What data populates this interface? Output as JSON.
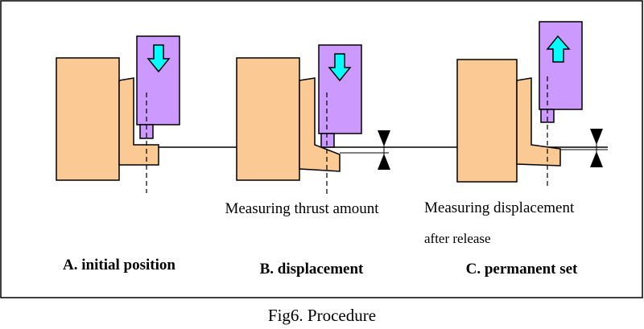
{
  "figure": {
    "caption": "Fig6. Procedure",
    "colors": {
      "block": "#fbc994",
      "sensor": "#cc99ff",
      "arrow": "#00ffff",
      "outline": "#000000"
    },
    "panels": [
      {
        "label": "A. initial position",
        "note_lines": [],
        "arrow": "arrow-down-icon"
      },
      {
        "label": "B. displacement",
        "note_lines": [
          "Measuring thrust amount"
        ],
        "arrow": "arrow-down-icon"
      },
      {
        "label": "C. permanent set",
        "note_lines": [
          "Measuring displacement",
          "after release"
        ],
        "arrow": "arrow-up-icon"
      }
    ]
  }
}
